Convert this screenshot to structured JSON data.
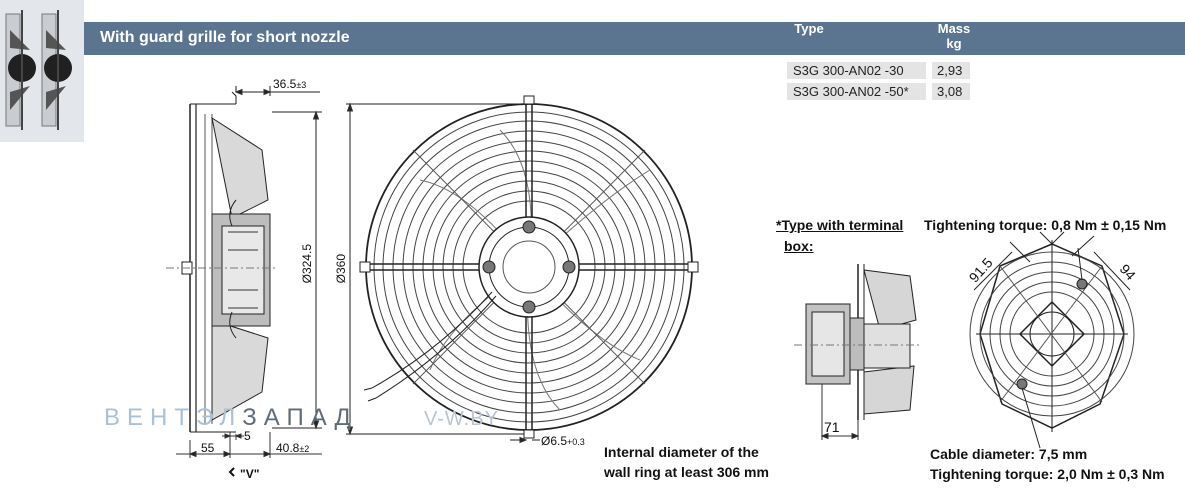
{
  "header": {
    "title": "With guard grille for short nozzle",
    "col_type": "Type",
    "col_mass_line1": "Mass",
    "col_mass_line2": "kg"
  },
  "table": {
    "rows": [
      {
        "type": "S3G 300-AN02 -30",
        "mass": "2,93"
      },
      {
        "type": "S3G 300-AN02 -50*",
        "mass": "3,08"
      }
    ]
  },
  "side_view": {
    "dim_top": "36.5",
    "dim_top_tol": "±3",
    "dim_diameter": "Ø324.5",
    "dim_5": "5",
    "dim_55": "55",
    "dim_bottom": "40.8",
    "dim_bottom_tol": "±2",
    "view_label": "\"V\""
  },
  "front_view": {
    "dim_diameter": "Ø360",
    "dim_hole": "Ø6.5",
    "dim_hole_tol": "+0.3"
  },
  "notes": {
    "internal_line1": "Internal diameter of the",
    "internal_line2": "wall ring at least 306 mm",
    "terminal_line1": "*Type with terminal",
    "terminal_line2": "box:",
    "torque_top": "Tightening torque: 0,8 Nm ± 0,15 Nm",
    "cable": "Cable diameter: 7,5 mm",
    "torque_bottom": "Tightening torque: 2,0 Nm ± 0,3 Nm"
  },
  "terminal_box": {
    "dim_71": "71",
    "dim_91": "91.5",
    "dim_94": "94"
  },
  "watermark": {
    "brand_a": "ВЕНТ",
    "brand_b": "ЭЛ",
    "brand_c": "ЗАПАД",
    "site": "V-W.BY"
  }
}
